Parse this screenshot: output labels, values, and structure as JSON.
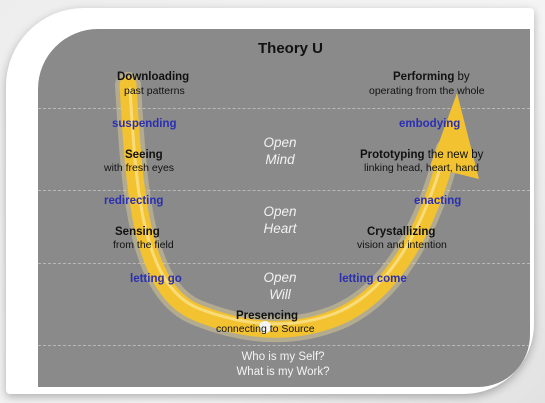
{
  "title": "Theory U",
  "left": {
    "downloading": {
      "label": "Downloading",
      "sub": "past patterns"
    },
    "suspending": "suspending",
    "seeing": {
      "label": "Seeing",
      "sub": "with fresh eyes"
    },
    "redirecting": "redirecting",
    "sensing": {
      "label": "Sensing",
      "sub": "from the field"
    },
    "letting_go": "letting go"
  },
  "right": {
    "performing": {
      "label": "Performing",
      "label_rest": " by",
      "sub": "operating from the whole"
    },
    "embodying": "embodying",
    "prototyping": {
      "label": "Prototyping",
      "label_rest": " the new by",
      "sub": "linking head, heart, hand"
    },
    "enacting": "enacting",
    "crystallizing": {
      "label": "Crystallizing",
      "sub": "vision and intention"
    },
    "letting_come": "letting come"
  },
  "center": {
    "mind": {
      "line1": "Open",
      "line2": "Mind"
    },
    "heart": {
      "line1": "Open",
      "line2": "Heart"
    },
    "will": {
      "line1": "Open",
      "line2": "Will"
    }
  },
  "presencing": {
    "label": "Presencing",
    "sub": "connecting to Source"
  },
  "bottom": {
    "line1": "Who is my Self?",
    "line2": "What is my Work?"
  },
  "colors": {
    "panel": "#8a8a8a",
    "arrow": "#f2c230",
    "verb": "#2a2fb0",
    "frame": "#ffffff"
  }
}
